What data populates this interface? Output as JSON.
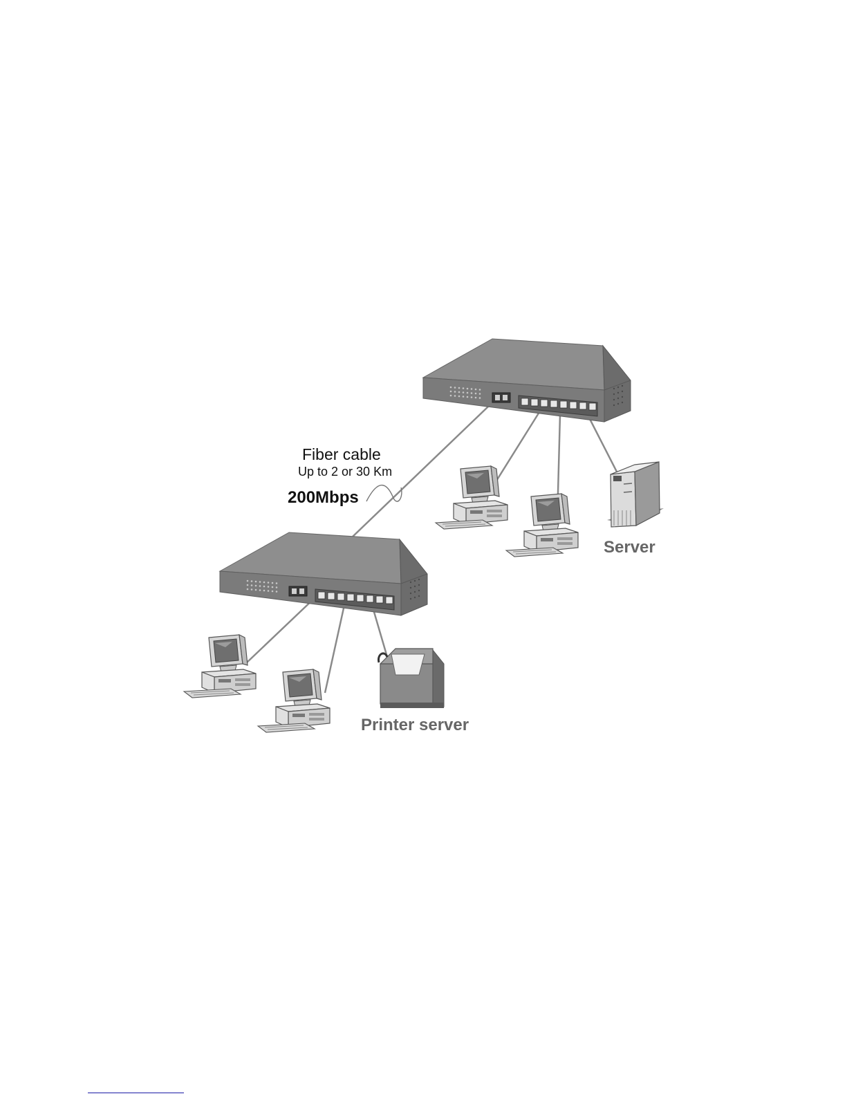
{
  "labels": {
    "fiber_title": "Fiber cable",
    "fiber_distance": "Up to 2 or 30 Km",
    "speed": "200Mbps",
    "server": "Server",
    "printer": "Printer server"
  },
  "icons": [
    "switch-icon",
    "desktop-pc-icon",
    "server-tower-icon",
    "printer-icon",
    "fiber-cable-icon"
  ],
  "colors": {
    "switch_top": "#8b8b8b",
    "switch_front": "#7a7a7a",
    "cable": "#8a8a8a",
    "label_gray": "#666666",
    "label_dark": "#111111"
  }
}
